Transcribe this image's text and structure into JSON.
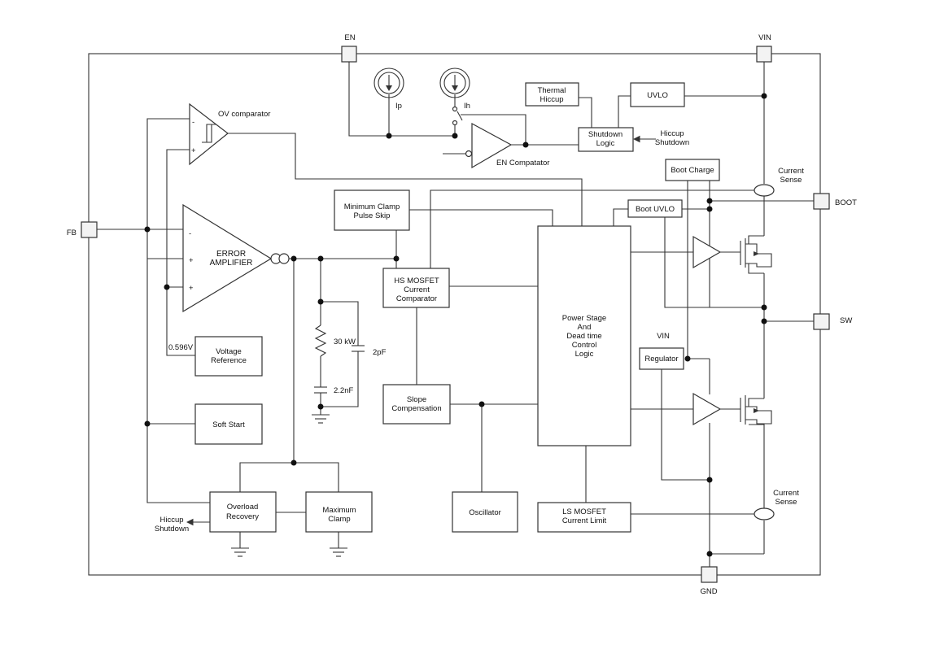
{
  "pins": {
    "en": "EN",
    "vin": "VIN",
    "fb": "FB",
    "boot": "BOOT",
    "sw": "SW",
    "gnd": "GND"
  },
  "sources": {
    "ip": "Ip",
    "ih": "Ih"
  },
  "comparators": {
    "ov": "OV comparator",
    "en": "EN Compatator",
    "ov_minus": "-",
    "ov_plus": "+"
  },
  "error_amp": {
    "line1": "ERROR",
    "line2": "AMPLIFIER",
    "minus": "-",
    "plus1": "+",
    "plus2": "+"
  },
  "blocks": {
    "thermal": [
      "Thermal",
      "Hiccup"
    ],
    "uvlo": "UVLO",
    "shutdown": [
      "Shutdown",
      "Logic"
    ],
    "hiccup_in": [
      "Hiccup",
      "Shutdown"
    ],
    "boot_charge": "Boot Charge",
    "current_sense_top": [
      "Current",
      "Sense"
    ],
    "min_clamp": [
      "Minimum Clamp",
      "Pulse Skip"
    ],
    "boot_uvlo": "Boot UVLO",
    "hs_comp": [
      "HS MOSFET",
      "Current",
      "Comparator"
    ],
    "power_stage": [
      "Power Stage",
      "And",
      "Dead time",
      "Control",
      "Logic"
    ],
    "vin_reg": "VIN",
    "regulator": "Regulator",
    "vref_value": "0.596V",
    "vref": [
      "Voltage",
      "Reference"
    ],
    "soft_start": "Soft Start",
    "slope": [
      "Slope",
      "Compensation"
    ],
    "overload": [
      "Overload",
      "Recovery"
    ],
    "max_clamp": [
      "Maximum",
      "Clamp"
    ],
    "oscillator": "Oscillator",
    "ls_limit": [
      "LS MOSFET",
      "Current Limit"
    ],
    "current_sense_bot": [
      "Current",
      "Sense"
    ],
    "hiccup_out": [
      "Hiccup",
      "Shutdown"
    ]
  },
  "components": {
    "r1": "30 kW",
    "c1": "2pF",
    "c2": "2.2nF"
  }
}
